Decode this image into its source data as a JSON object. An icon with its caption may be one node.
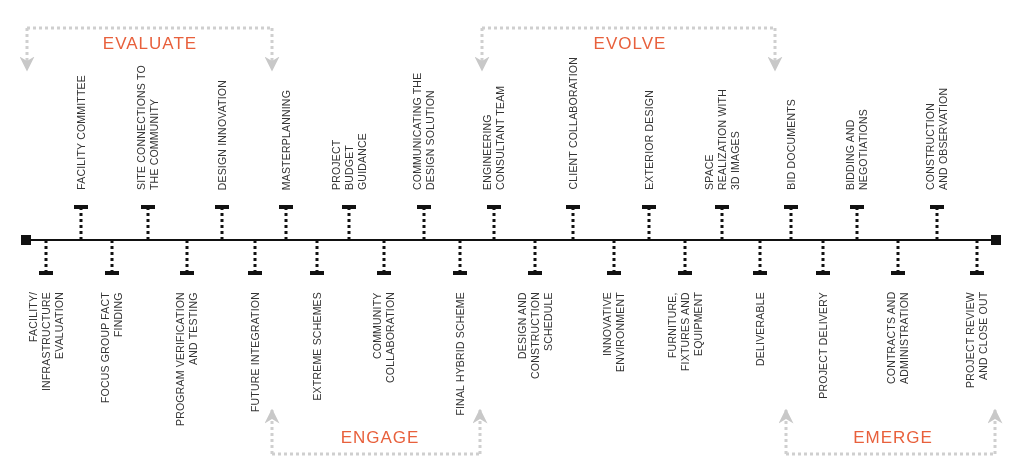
{
  "diagram": {
    "labels": [
      "EVALUATE",
      "EVOLVE",
      "FACILITY/ INFRASTRUCTURE EVALUATION",
      "FACILITY COMMITTEE",
      "FOCUS GROUP FACT FINDING",
      "SITE CONNECTIONS TO THE COMMUNITY",
      "PROGRAM VERIFICATION AND TESTING",
      "DESIGN INNOVATION",
      "FUTURE INTEGRATION",
      "MASTERPLANNING",
      "EXTREME SCHEMES",
      "PROJECT BUDGET GUIDANCE",
      "COMMUNITY COLLABORATION",
      "COMMUNICATING THE DESIGN SOLUTION",
      "FINAL HYBRID SCHEME",
      "ENGINEERING CONSULTANT TEAM",
      "DESIGN AND CONSTRUCTION SCHEDULE",
      "CLIENT COLLABORATION",
      "INNOVATIVE ENVIRONMENT",
      "EXTERIOR DESIGN",
      "FURNITURE, FIXTURES AND EQUIPMENT",
      "SPACE REALIZATION WITH 3D IMAGES",
      "DELIVERABLE",
      "BID DOCUMENTS",
      "PROJECT DELIVERY",
      "BIDDING AND NEGOTIATIONS",
      "CONTRACTS AND ADMINISTRATION",
      "CONSTRUCTION AND OBSERVATION",
      "PROJECT REVIEW AND CLOSE OUT",
      "ENGAGE",
      "EMERGE"
    ]
  }
}
